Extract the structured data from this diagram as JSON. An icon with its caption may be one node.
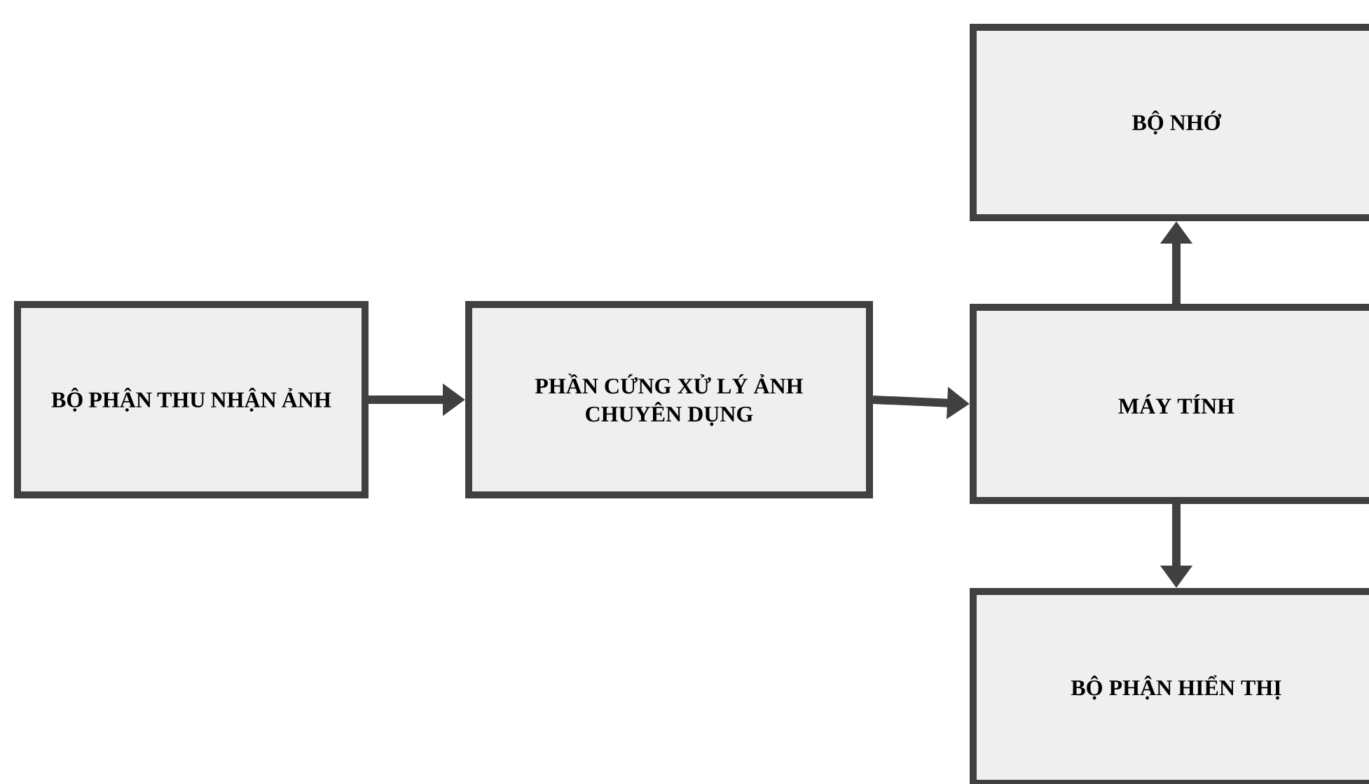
{
  "diagram": {
    "nodes": [
      {
        "text": [
          "BỘ PHẬN THU NHẬN ẢNH"
        ]
      },
      {
        "text": [
          "PHẦN CỨNG XỬ LÝ ẢNH CHUYÊN DỤNG"
        ]
      },
      {
        "text": [
          "MÁY TÍNH"
        ]
      },
      {
        "text": [
          "BỘ NHỚ"
        ]
      },
      {
        "text": [
          "BỘ PHẬN HIỂN THỊ"
        ]
      }
    ],
    "edges": [
      {
        "from": 0,
        "to": 1,
        "arrow": "to"
      },
      {
        "from": 1,
        "to": 2,
        "arrow": "to"
      },
      {
        "from": 2,
        "to": 3,
        "arrow": "to"
      },
      {
        "from": 2,
        "to": 4,
        "arrow": "to"
      }
    ]
  }
}
